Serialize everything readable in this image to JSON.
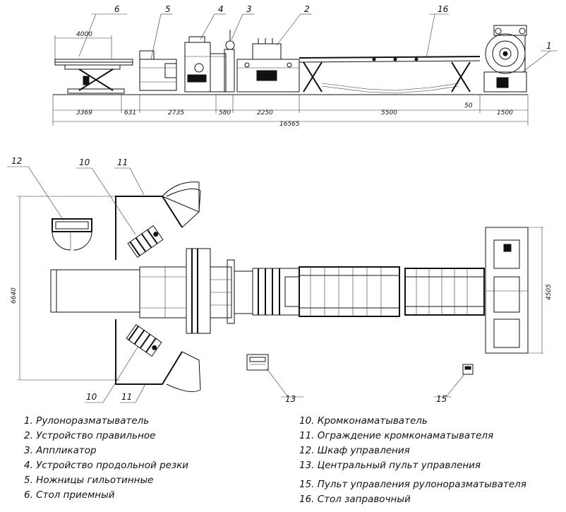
{
  "callouts": {
    "c1": "1",
    "c2": "2",
    "c3": "3",
    "c4": "4",
    "c5": "5",
    "c6": "6",
    "c16": "16",
    "c10a": "10",
    "c11a": "11",
    "c12": "12",
    "c10b": "10",
    "c11b": "11",
    "c13": "13",
    "c15": "15"
  },
  "dimensions": {
    "d4000": "4000",
    "d3369": "3369",
    "d631": "631",
    "d2735": "2735",
    "d580": "580",
    "d2250": "2250",
    "d5500": "5500",
    "d50": "50",
    "d1500": "1500",
    "d16565": "16565",
    "d6640": "6640",
    "d4505": "4505"
  },
  "legend": {
    "left": [
      "1. Рулоноразматыватель",
      "2. Устройство правильное",
      "3. Аппликатор",
      "4. Устройство продольной резки",
      "5. Ножницы гильотинные",
      "6. Стол приемный"
    ],
    "right": [
      "10. Кромконаматыватель",
      "11. Ограждение кромконаматывателя",
      "12. Шкаф управления",
      "13. Центральный пульт управления",
      "15. Пульт управления рулоноразматывателя",
      "16. Стол заправочный"
    ]
  }
}
